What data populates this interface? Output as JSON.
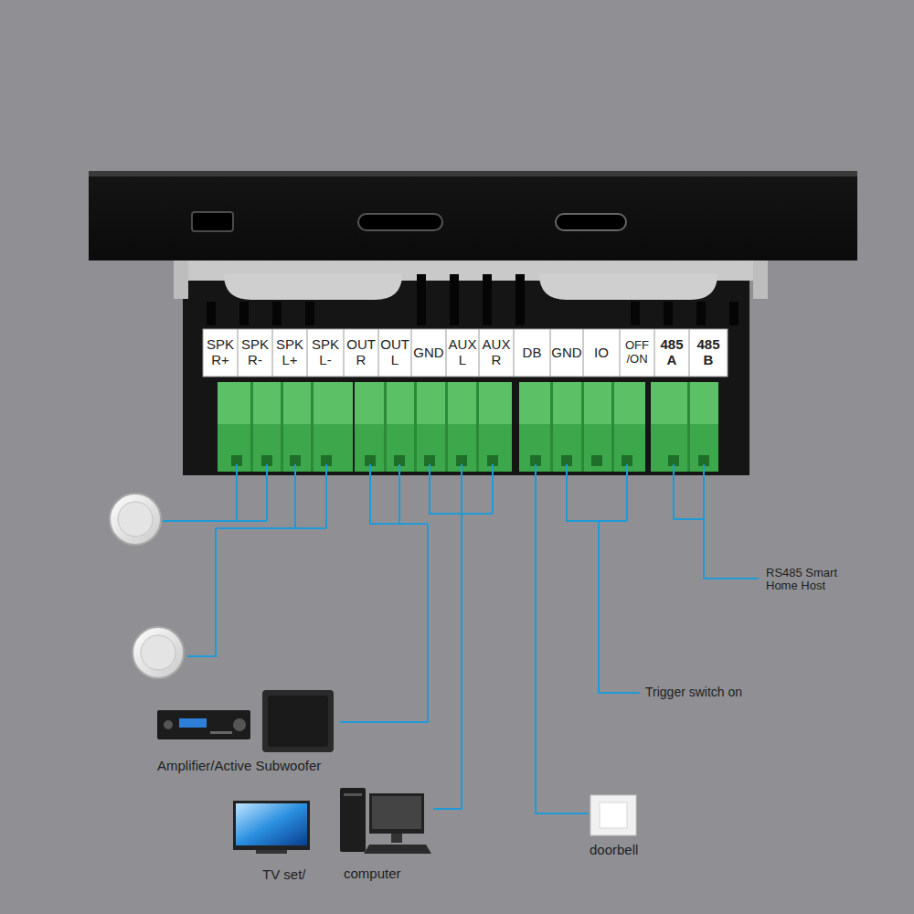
{
  "diagram": {
    "labels": [
      "SPK R+",
      "SPK R-",
      "SPK L+",
      "SPK L-",
      "OUT R",
      "OUT L",
      "GND",
      "AUX L",
      "AUX R",
      "DB",
      "GND",
      "IO",
      "OFF /ON",
      "485 A",
      "485 B",
      "RS485 Smart Home Host",
      "Trigger switch on",
      "Amplifier/Active Subwoofer",
      "TV set/",
      "computer",
      "doorbell"
    ]
  }
}
